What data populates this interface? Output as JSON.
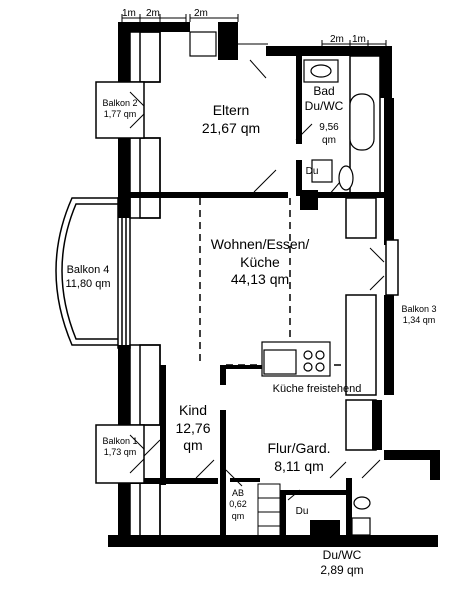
{
  "rooms": {
    "eltern": {
      "name": "Eltern",
      "area": "21,67 qm"
    },
    "bad": {
      "name1": "Bad",
      "name2": "Du/WC",
      "area1": "9,56",
      "area2": "qm"
    },
    "du_upper": {
      "name": "Du"
    },
    "wohnen": {
      "name1": "Wohnen/Essen/",
      "name2": "Küche",
      "area": "44,13 qm"
    },
    "kueche": {
      "name": "Küche freistehend"
    },
    "kind": {
      "name": "Kind",
      "area1": "12,76",
      "area2": "qm"
    },
    "flur": {
      "name": "Flur/Gard.",
      "area": "8,11 qm"
    },
    "ab": {
      "name": "AB",
      "area1": "0,62",
      "area2": "qm"
    },
    "du_lower": {
      "name": "Du"
    },
    "duwc": {
      "name": "Du/WC",
      "area": "2,89 qm"
    },
    "balkon1": {
      "name": "Balkon 1",
      "area": "1,73 qm"
    },
    "balkon2": {
      "name": "Balkon 2",
      "area": "1,77 qm"
    },
    "balkon3": {
      "name": "Balkon 3",
      "area": "1,34 qm"
    },
    "balkon4": {
      "name": "Balkon 4",
      "area": "11,80 qm"
    }
  },
  "scale": {
    "top_left": [
      "1m",
      "2m"
    ],
    "top_mid": "2m",
    "top_right": [
      "2m",
      "1m"
    ]
  }
}
